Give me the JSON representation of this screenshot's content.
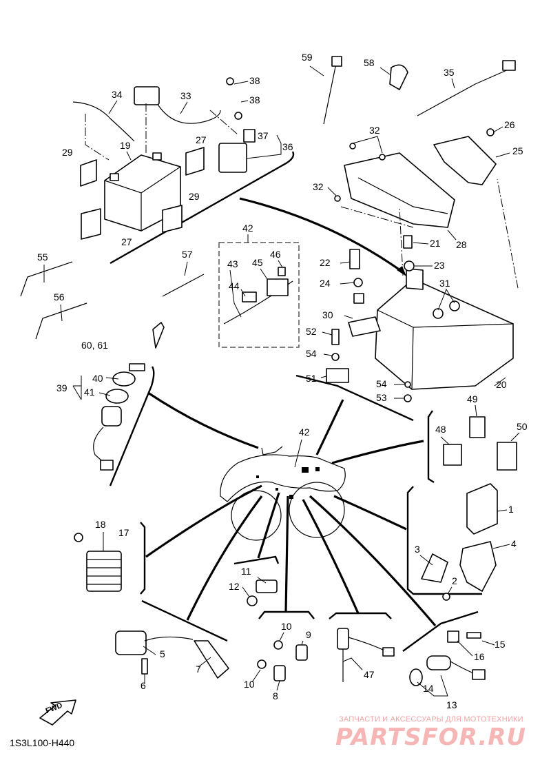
{
  "diagram": {
    "code": "1S3L100-H440",
    "fwd_label": "FWD",
    "watermark": {
      "top_line": "ЗАПЧАСТИ И АКСЕССУАРЫ ДЛЯ МОТОТЕХНИКИ",
      "main": "PARTSFOR.RU"
    },
    "callouts": [
      "1",
      "2",
      "3",
      "4",
      "5",
      "6",
      "7",
      "8",
      "9",
      "10",
      "10",
      "11",
      "12",
      "13",
      "14",
      "15",
      "16",
      "17",
      "18",
      "19",
      "20",
      "21",
      "22",
      "23",
      "24",
      "25",
      "26",
      "27",
      "27",
      "28",
      "29",
      "29",
      "30",
      "31",
      "32",
      "32",
      "32",
      "33",
      "34",
      "35",
      "36",
      "37",
      "38",
      "38",
      "39",
      "40",
      "41",
      "42",
      "42",
      "43",
      "44",
      "45",
      "46",
      "47",
      "48",
      "49",
      "50",
      "51",
      "52",
      "53",
      "54",
      "54",
      "55",
      "56",
      "57",
      "58",
      "59",
      "60, 61"
    ]
  }
}
